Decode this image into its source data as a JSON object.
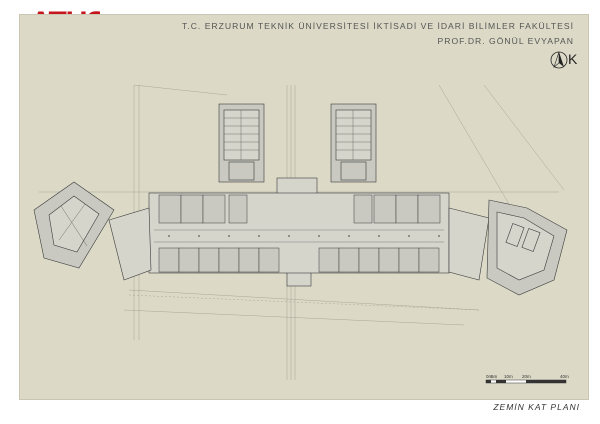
{
  "logo": {
    "text": "ATUS",
    "color": "#c4161c"
  },
  "title": {
    "line1": "T.C. ERZURUM TEKNİK ÜNİVERSİTESİ İKTİSADİ VE İDARİ BİLİMLER FAKÜLTESİ",
    "line2": "PROF.DR. GÖNÜL EVYAPAN"
  },
  "north": {
    "icon": "north-arrow-icon",
    "letter": "K"
  },
  "scale": {
    "labels": [
      "0m",
      "5m",
      "10m",
      "20m",
      "40m"
    ]
  },
  "plan_title": "ZEMİN KAT PLANI",
  "colors": {
    "sheet": "#dcdac7",
    "lines": "#3a3a3a",
    "room_fill": "#c9c9c1",
    "corridor": "#d6d5cc",
    "brand": "#c4161c"
  }
}
